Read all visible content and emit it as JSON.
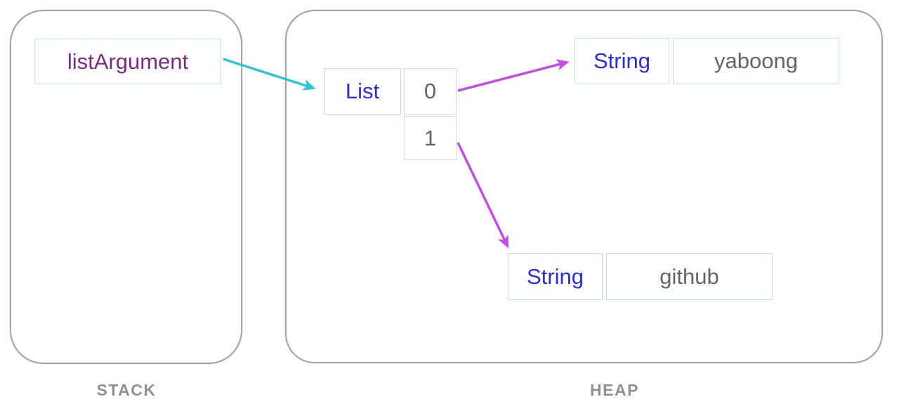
{
  "colors": {
    "container_border": "#a4a4a4",
    "box_border": "#cfdbe1",
    "variable_text": "#7b2c82",
    "type_text": "#2b2be0",
    "value_text": "#636567",
    "region_label_text": "#8f9193",
    "arrow_cyan": "#2dc5da",
    "arrow_magenta": "#c44de6"
  },
  "stack": {
    "label": "STACK",
    "variable": "listArgument"
  },
  "heap": {
    "label": "HEAP",
    "list": {
      "type": "List",
      "indices": [
        "0",
        "1"
      ]
    },
    "strings": [
      {
        "type": "String",
        "value": "yaboong"
      },
      {
        "type": "String",
        "value": "github"
      }
    ]
  },
  "arrows": [
    {
      "from": "listArgument",
      "to": "List",
      "color_key": "arrow_cyan"
    },
    {
      "from": "List[0]",
      "to": "String yaboong",
      "color_key": "arrow_magenta"
    },
    {
      "from": "List[1]",
      "to": "String github",
      "color_key": "arrow_magenta"
    }
  ]
}
